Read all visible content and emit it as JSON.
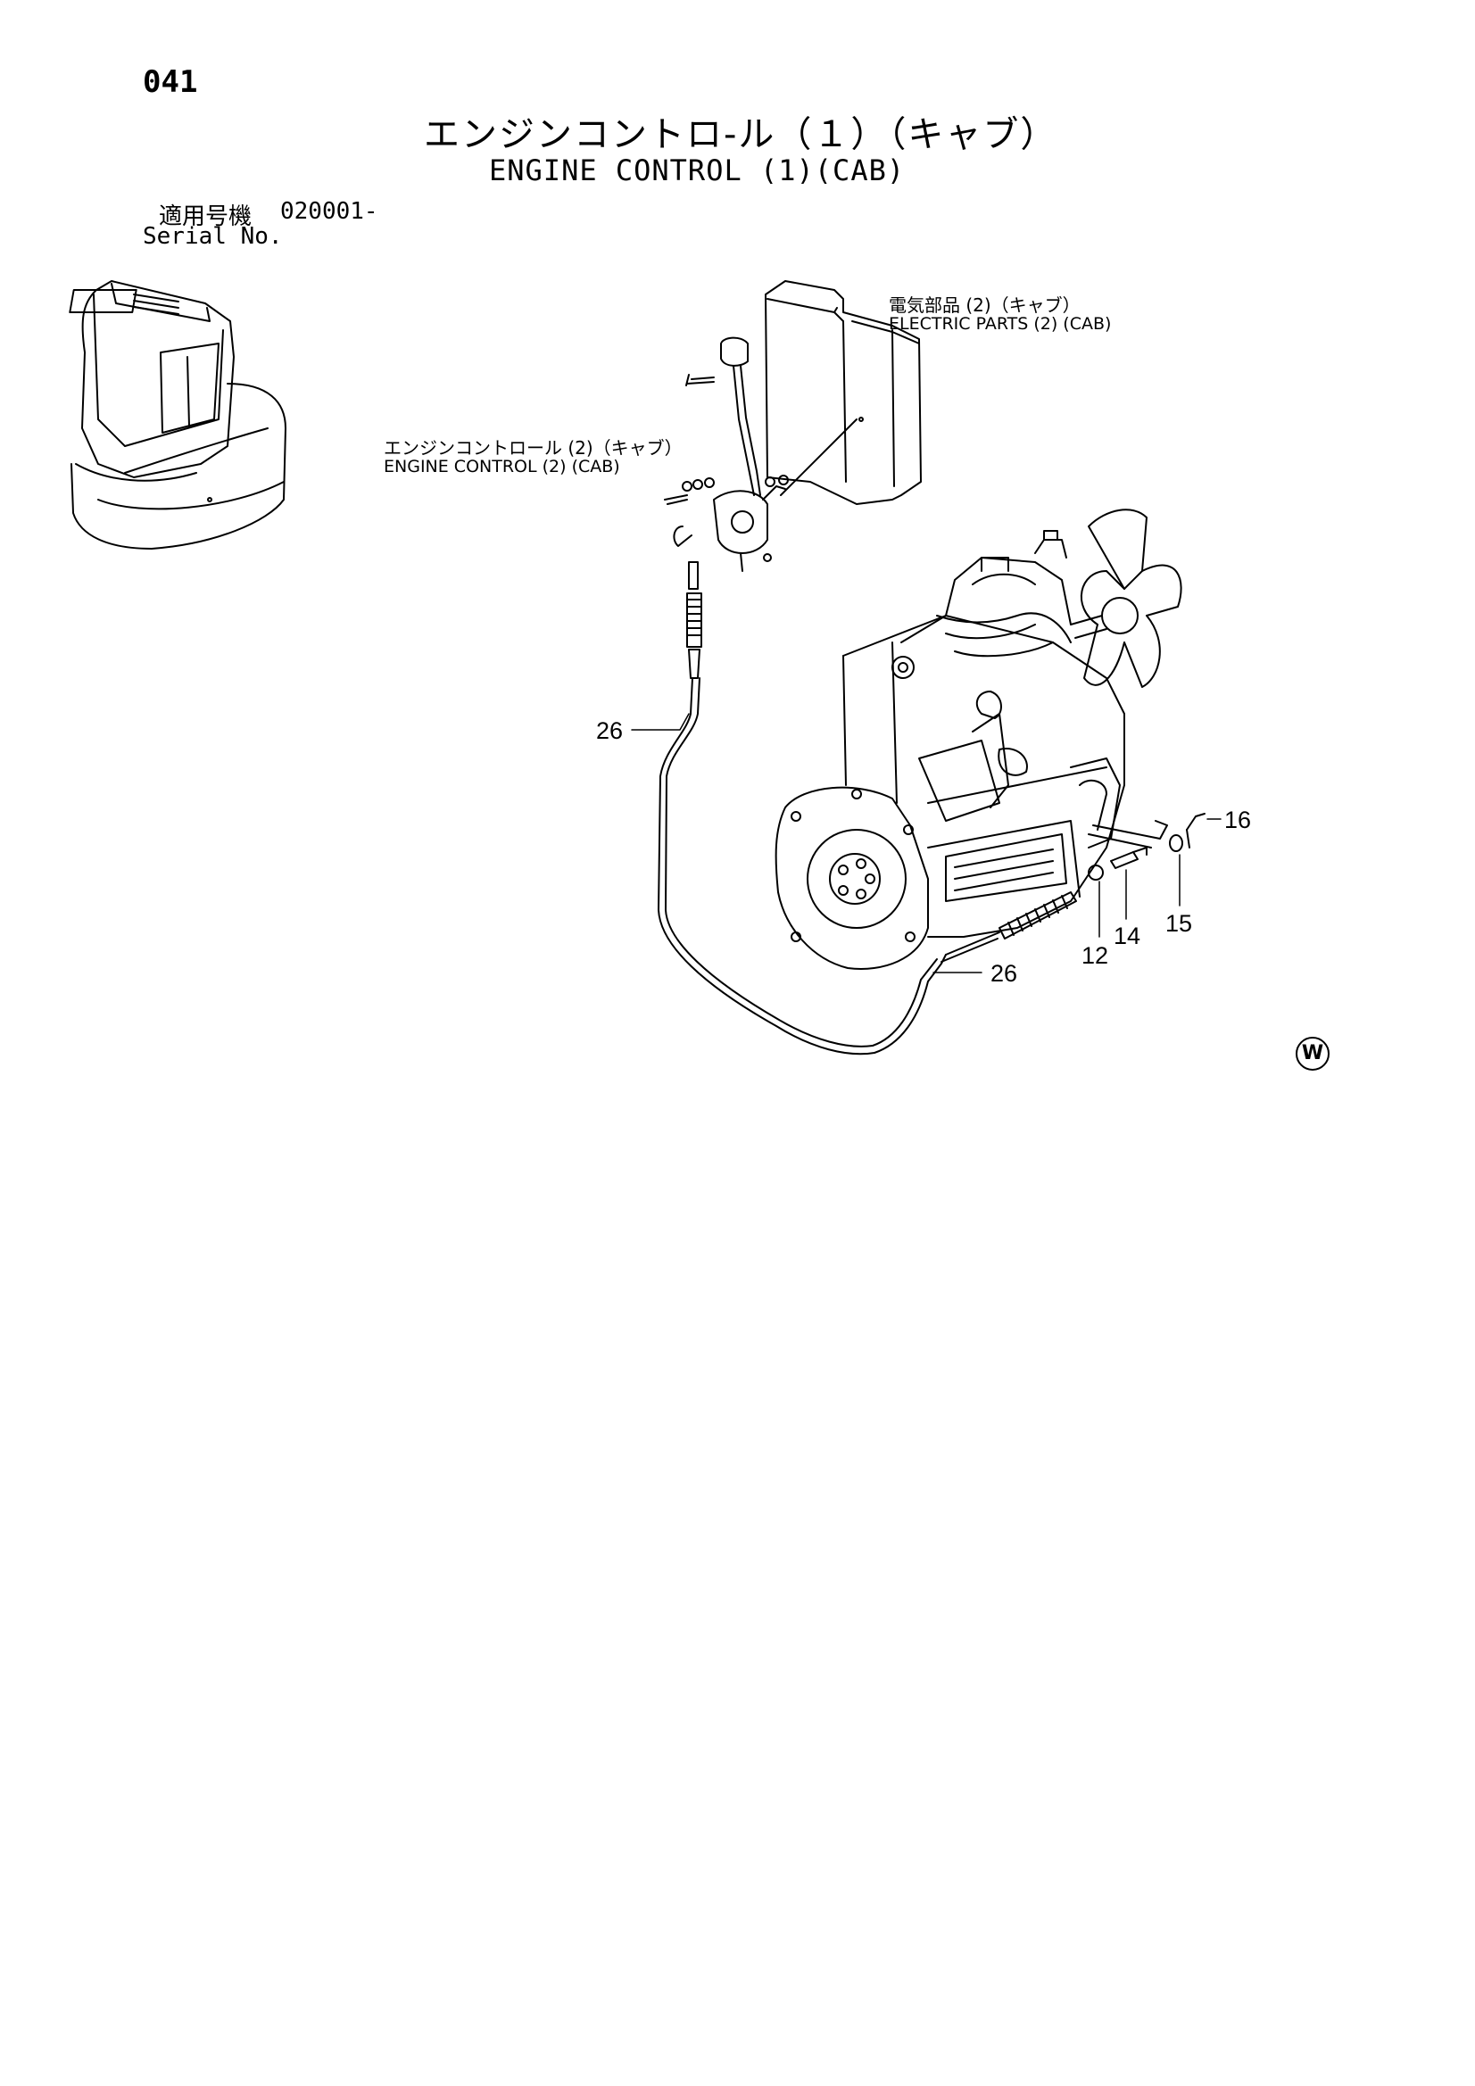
{
  "header": {
    "page_number": "041",
    "title_jp": "エンジンコントロ-ル（１）（キャブ）",
    "title_en": "ENGINE CONTROL (1)(CAB)",
    "serial_label_jp": "適用号機",
    "serial_number": "020001-",
    "serial_label_en": "Serial No."
  },
  "references": {
    "electric_parts_jp": "電気部品 (2)（キャブ）",
    "electric_parts_en": "ELECTRIC PARTS (2) (CAB)",
    "engine_control_jp": "エンジンコントロール (2)（キャブ）",
    "engine_control_en": "ENGINE CONTROL (2) (CAB)"
  },
  "callouts": {
    "c26_upper": "26",
    "c26_lower": "26",
    "c16": "16",
    "c15": "15",
    "c14": "14",
    "c12": "12"
  },
  "mark": "W"
}
